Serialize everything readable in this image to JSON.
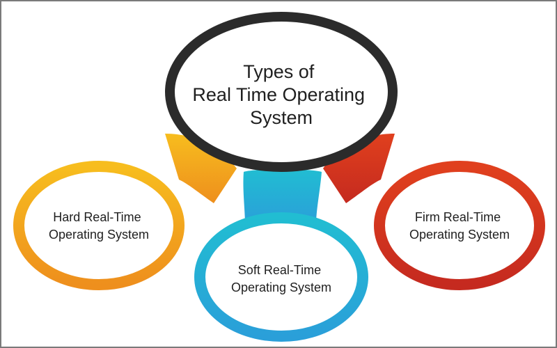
{
  "diagram": {
    "center": {
      "lines": [
        "Types of",
        "Real Time Operating",
        "System"
      ],
      "color": "#2b2b2b"
    },
    "nodes": [
      {
        "id": "hard",
        "lines": [
          "Hard Real-Time",
          "Operating System"
        ],
        "color": "#f5b21a"
      },
      {
        "id": "soft",
        "lines": [
          "Soft Real-Time",
          "Operating System"
        ],
        "color": "#25b9cf"
      },
      {
        "id": "firm",
        "lines": [
          "Firm Real-Time",
          "Operating System"
        ],
        "color": "#d9361f"
      }
    ]
  }
}
